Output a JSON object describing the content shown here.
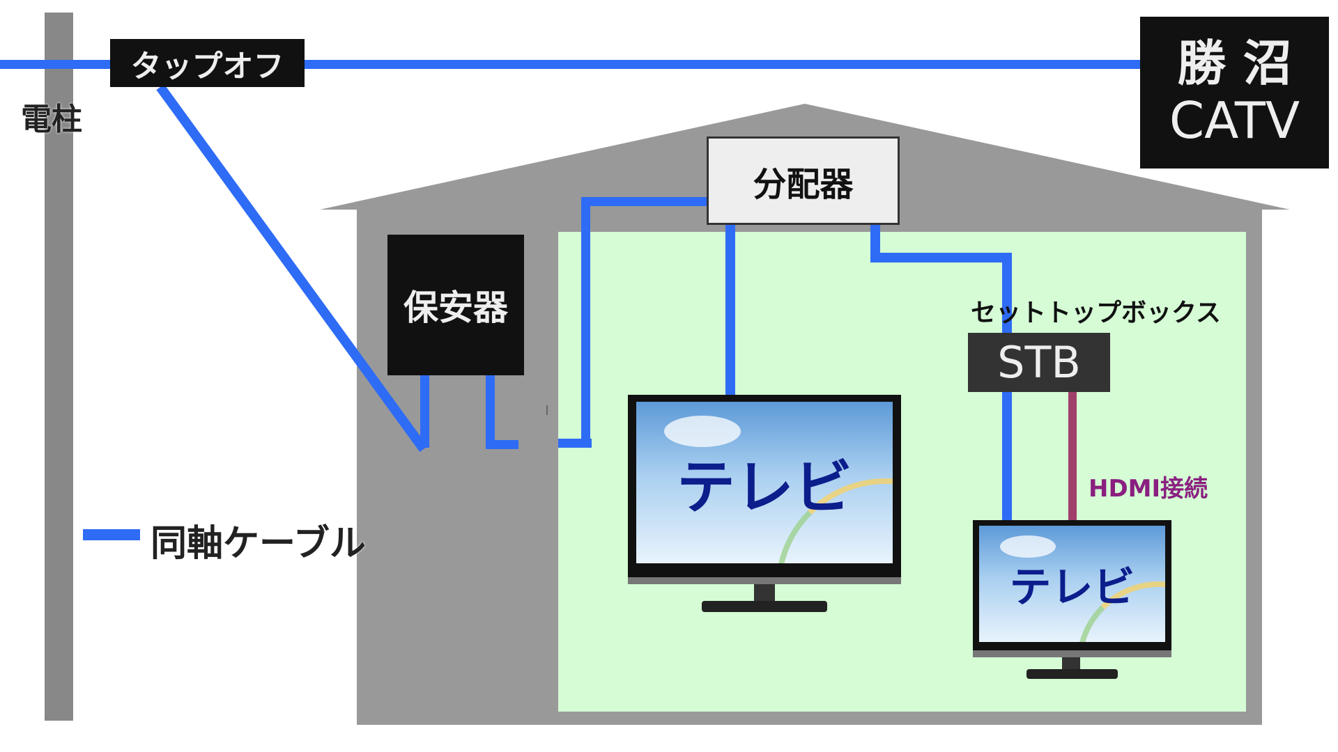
{
  "labels": {
    "pole": "電柱",
    "tap_off": "タップオフ",
    "provider_line1": "勝 沼",
    "provider_line2": "CATV",
    "splitter": "分配器",
    "protector": "保安器",
    "stb_caption": "セットトップボックス",
    "stb": "STB",
    "hdmi": "HDMI接続",
    "tv1": "テレビ",
    "tv2": "テレビ",
    "legend_coax": "同軸ケーブル"
  },
  "colors": {
    "coax": "#2e6cf6",
    "hdmi": "#a0406a",
    "house": "#999999",
    "room": "#d5fcd5"
  }
}
